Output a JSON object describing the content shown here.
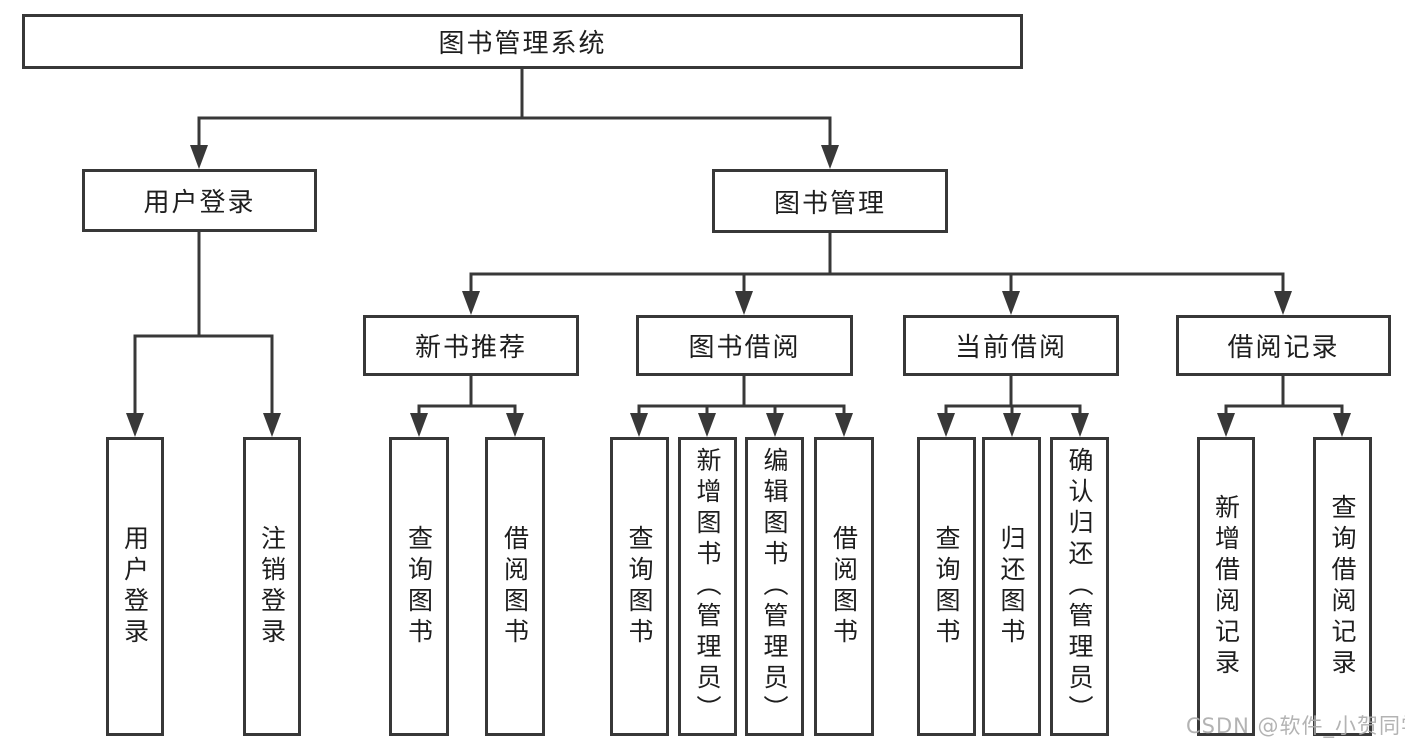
{
  "colors": {
    "line": "#383838",
    "box_border": "#383838",
    "text": "#1e1e1e",
    "watermark": "#adadad",
    "background": "#ffffff"
  },
  "nodes": {
    "root": "图书管理系统",
    "userLogin": "用户登录",
    "bookMgmt": "图书管理",
    "newBooks": "新书推荐",
    "bookBorrow": "图书借阅",
    "currentBorrow": "当前借阅",
    "borrowRecords": "借阅记录",
    "ulLogin": "用户登录",
    "ulLogout": "注销登录",
    "nbQuery": "查询图书",
    "nbBorrow": "借阅图书",
    "bbQuery": "查询图书",
    "bbAdd": "新增图书（管理员）",
    "bbEdit": "编辑图书（管理员）",
    "bbBorrow": "借阅图书",
    "cbQuery": "查询图书",
    "cbReturn": "归还图书",
    "cbConfirm": "确认归还（管理员）",
    "brAdd": "新增借阅记录",
    "brQuery": "查询借阅记录"
  },
  "hierarchy": {
    "root": [
      "userLogin",
      "bookMgmt"
    ],
    "userLogin": [
      "ulLogin",
      "ulLogout"
    ],
    "bookMgmt": [
      "newBooks",
      "bookBorrow",
      "currentBorrow",
      "borrowRecords"
    ],
    "newBooks": [
      "nbQuery",
      "nbBorrow"
    ],
    "bookBorrow": [
      "bbQuery",
      "bbAdd",
      "bbEdit",
      "bbBorrow"
    ],
    "currentBorrow": [
      "cbQuery",
      "cbReturn",
      "cbConfirm"
    ],
    "borrowRecords": [
      "brAdd",
      "brQuery"
    ]
  },
  "watermark": "CSDN @软件_小贺同学"
}
